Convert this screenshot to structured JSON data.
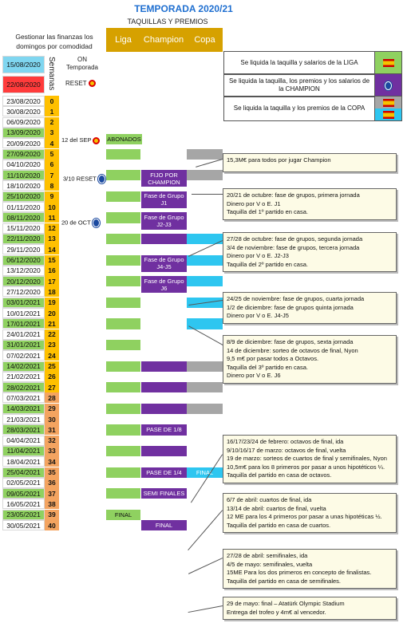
{
  "header": {
    "title": "TEMPORADA 2020/21",
    "subtitle": "TAQUILLAS Y PREMIOS",
    "columns": [
      "Liga",
      "Champion",
      "Copa"
    ],
    "gestion": "Gestionar las finanzas los domingos por comodidad",
    "semanas": "Semanas",
    "on_temporada": "ON Temporada",
    "reset": "RESET"
  },
  "pre_dates": [
    {
      "date": "15/08/2020",
      "color": "#7fd6f0"
    },
    {
      "date": "22/08/2020",
      "color": "#ff3b3b"
    }
  ],
  "weeks": [
    {
      "date": "23/08/2020",
      "n": "0",
      "alt": false
    },
    {
      "date": "30/08/2020",
      "n": "1",
      "alt": false
    },
    {
      "date": "06/09/2020",
      "n": "2",
      "alt": false
    },
    {
      "date": "13/09/2020",
      "n": "3",
      "alt": true
    },
    {
      "date": "20/09/2020",
      "n": "4",
      "alt": false
    },
    {
      "date": "27/09/2020",
      "n": "5",
      "alt": true
    },
    {
      "date": "04/10/2020",
      "n": "6",
      "alt": false
    },
    {
      "date": "11/10/2020",
      "n": "7",
      "alt": true
    },
    {
      "date": "18/10/2020",
      "n": "8",
      "alt": false
    },
    {
      "date": "25/10/2020",
      "n": "9",
      "alt": true
    },
    {
      "date": "01/11/2020",
      "n": "10",
      "alt": false
    },
    {
      "date": "08/11/2020",
      "n": "11",
      "alt": true
    },
    {
      "date": "15/11/2020",
      "n": "12",
      "alt": false
    },
    {
      "date": "22/11/2020",
      "n": "13",
      "alt": true
    },
    {
      "date": "29/11/2020",
      "n": "14",
      "alt": false
    },
    {
      "date": "06/12/2020",
      "n": "15",
      "alt": true
    },
    {
      "date": "13/12/2020",
      "n": "16",
      "alt": false
    },
    {
      "date": "20/12/2020",
      "n": "17",
      "alt": true
    },
    {
      "date": "27/12/2020",
      "n": "18",
      "alt": false
    },
    {
      "date": "03/01/2021",
      "n": "19",
      "alt": true
    },
    {
      "date": "10/01/2021",
      "n": "20",
      "alt": false
    },
    {
      "date": "17/01/2021",
      "n": "21",
      "alt": true
    },
    {
      "date": "24/01/2021",
      "n": "22",
      "alt": false
    },
    {
      "date": "31/01/2021",
      "n": "23",
      "alt": true
    },
    {
      "date": "07/02/2021",
      "n": "24",
      "alt": false
    },
    {
      "date": "14/02/2021",
      "n": "25",
      "alt": true
    },
    {
      "date": "21/02/2021",
      "n": "26",
      "alt": false
    },
    {
      "date": "28/02/2021",
      "n": "27",
      "alt": true
    },
    {
      "date": "07/03/2021",
      "n": "28",
      "alt": false
    },
    {
      "date": "14/03/2021",
      "n": "29",
      "alt": true
    },
    {
      "date": "21/03/2021",
      "n": "30",
      "alt": false
    },
    {
      "date": "28/03/2021",
      "n": "31",
      "alt": true
    },
    {
      "date": "04/04/2021",
      "n": "32",
      "alt": false
    },
    {
      "date": "11/04/2021",
      "n": "33",
      "alt": true
    },
    {
      "date": "18/04/2021",
      "n": "34",
      "alt": false
    },
    {
      "date": "25/04/2021",
      "n": "35",
      "alt": true
    },
    {
      "date": "02/05/2021",
      "n": "36",
      "alt": false
    },
    {
      "date": "09/05/2021",
      "n": "37",
      "alt": true
    },
    {
      "date": "16/05/2021",
      "n": "38",
      "alt": false
    },
    {
      "date": "23/05/2021",
      "n": "39",
      "alt": true
    },
    {
      "date": "30/05/2021",
      "n": "40",
      "alt": false
    }
  ],
  "side_notes": {
    "sep": "12 del SEP",
    "abonados": "ABONADOS",
    "oct_reset": "3/10 RESET",
    "oct20": "20 de OCT"
  },
  "legend": [
    {
      "text": "Se liquida la taquilla y salarios de la LIGA",
      "icon": "spain-flag-icon"
    },
    {
      "text": "Se liquida la taquilla, los premios y los salarios de la CHAMPION",
      "icon": "champions-icon"
    },
    {
      "text": "Se liquida la taquilla y los premios de la COPA",
      "icon": "copa-icon"
    }
  ],
  "bar_labels": {
    "fijo": "FIJO POR CHAMPION",
    "j1": "Fase de Grupo J1",
    "j2j3": "Fase de Grupo J2-J3",
    "j4j5": "Fase de Grupo J4-J5",
    "j6": "Fase de Grupo J6",
    "pase18": "PASE DE 1/8",
    "pase14": "PASE DE 1/4",
    "final_copa": "FINAL",
    "semis": "SEMI FINALES",
    "final_liga": "FINAL",
    "final_ch": "FINAL"
  },
  "notes": [
    {
      "lines": [
        "15,3M€ para todos por jugar Champion"
      ]
    },
    {
      "lines": [
        "20/21 de octubre: fase de grupos, primera jornada",
        "Dinero por V o E. J1",
        "Taquilla del 1º partido en casa."
      ]
    },
    {
      "lines": [
        "27/28 de octubre: fase de grupos, segunda jornada",
        "3/4 de noviembre: fase de grupos, tercera jornada",
        "Dinero por V o E. J2-J3",
        "Taquilla del 2º partido en casa."
      ]
    },
    {
      "lines": [
        "24/25 de noviembre: fase de grupos, cuarta jornada",
        "1/2 de diciembre: fase de grupos quinta jornada",
        "Dinero por V o E. J4-J5"
      ]
    },
    {
      "lines": [
        "8/9 de diciembre: fase de grupos, sexta jornada",
        "14 de diciembre: sorteo de octavos de final, Nyon",
        "9,5 m€ por pasar todos a Octavos.",
        "Taquilla del 3º partido en casa.",
        "Dinero por V o E. J6"
      ]
    },
    {
      "lines": [
        "16/17/23/24 de febrero: octavos de final, ida",
        "9/10/16/17 de marzo: octavos de final, vuelta",
        "19 de marzo: sorteos de cuartos de final y semifinales, Nyon",
        "10,5m€ para los 8 primeros por pasar a unos hipotéticos ¼.",
        "Taquilla del partido en casa de octavos."
      ]
    },
    {
      "lines": [
        "6/7 de abril: cuartos de final, ida",
        "13/14 de abril: cuartos de final, vuelta",
        "12 ME para los 4 primeros por pasar a unas hipotéticas ½.",
        "Taquilla del partido en casa de cuartos."
      ]
    },
    {
      "lines": [
        "27/28 de abril: semifinales, ida",
        "4/5 de mayo: semifinales, vuelta",
        "15ME Para los dos primeros en concepto de finalistas.",
        "Taquilla del partido en casa de semifinales."
      ]
    },
    {
      "lines": [
        "29 de mayo: final – Atatürk Olympic Stadium",
        "Entrega del trofeo y 4m€ al vencedor."
      ]
    }
  ],
  "colors": {
    "green": "#8fd160",
    "purple": "#7030a0",
    "cyan": "#2ec6f0",
    "grey": "#a6a6a6",
    "orange": "#ffc000",
    "gold_header": "#d6a100"
  }
}
